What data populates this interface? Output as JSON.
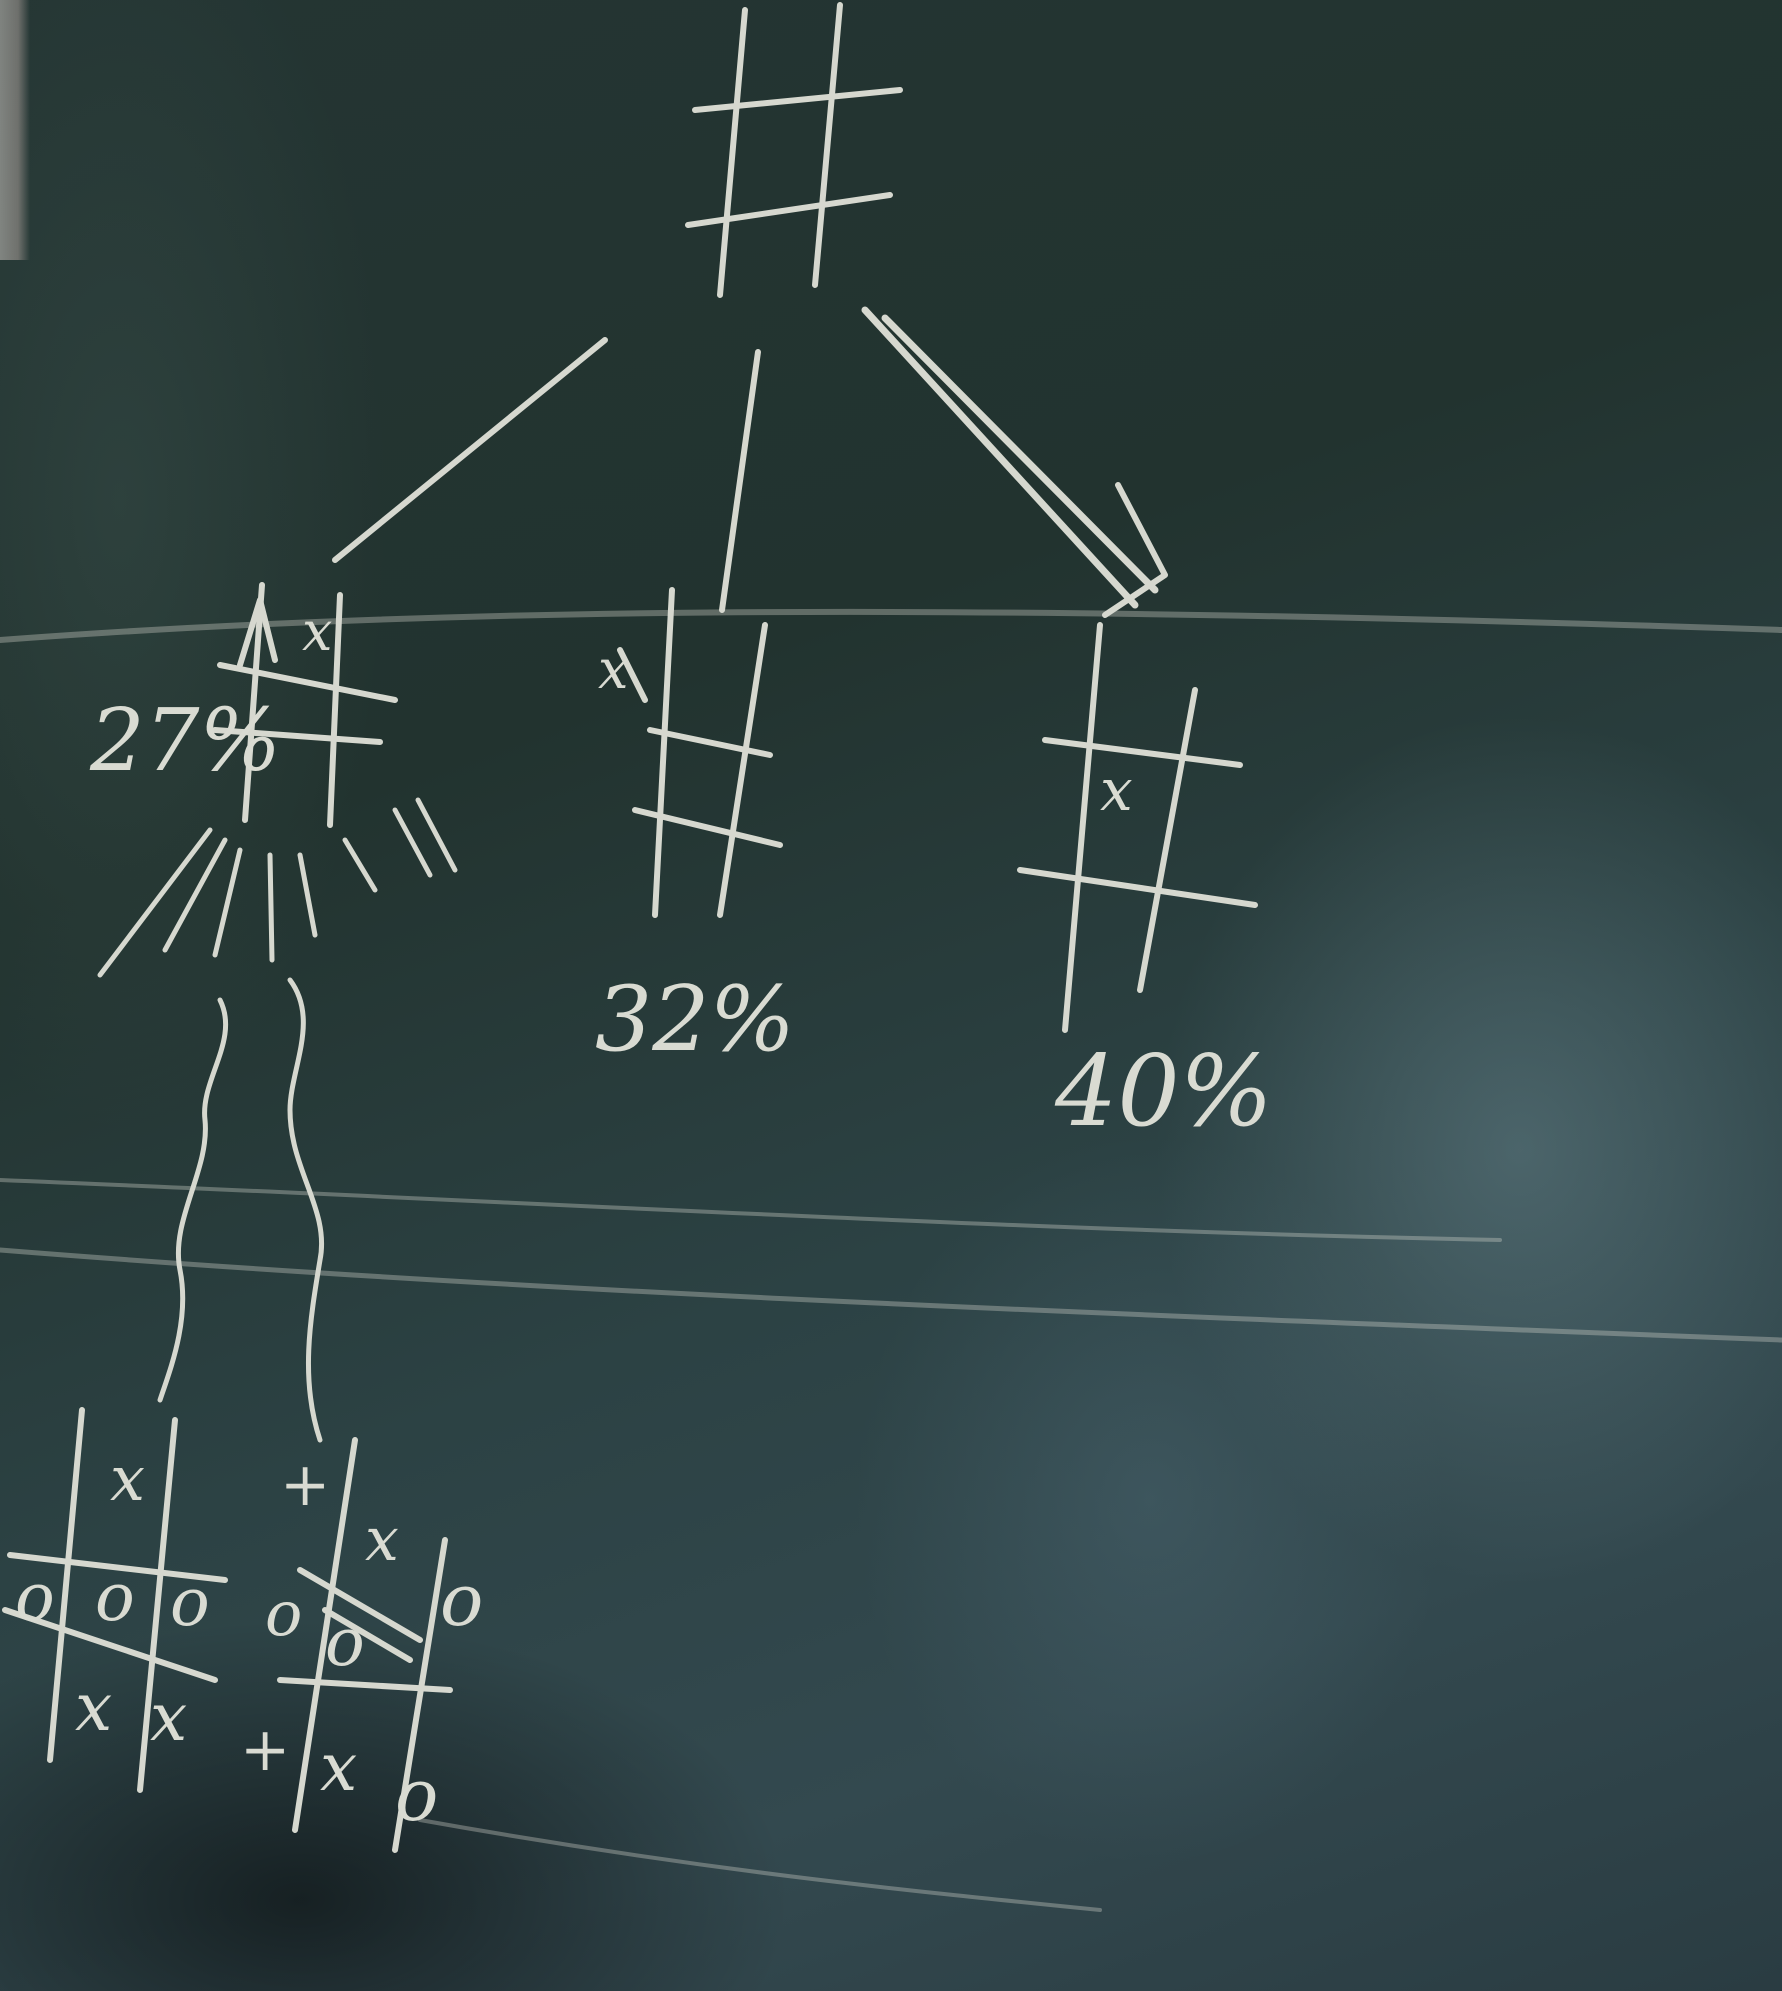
{
  "scene": "chalkboard",
  "colors": {
    "board": "#243533",
    "chalk": "#d6d8cf"
  },
  "top_board": {},
  "children": [
    {
      "mark": "x",
      "percent": "27%"
    },
    {
      "mark": "x",
      "percent": "32%"
    },
    {
      "mark": "x",
      "percent": "40%"
    }
  ],
  "bottom_boards": [
    {
      "cells": [
        "",
        "x",
        "",
        "o",
        "o",
        "o",
        "",
        "x",
        "x"
      ]
    },
    {
      "cells": [
        "+",
        "x",
        "o",
        "o",
        "o",
        "",
        "+",
        "x",
        "o"
      ]
    }
  ]
}
